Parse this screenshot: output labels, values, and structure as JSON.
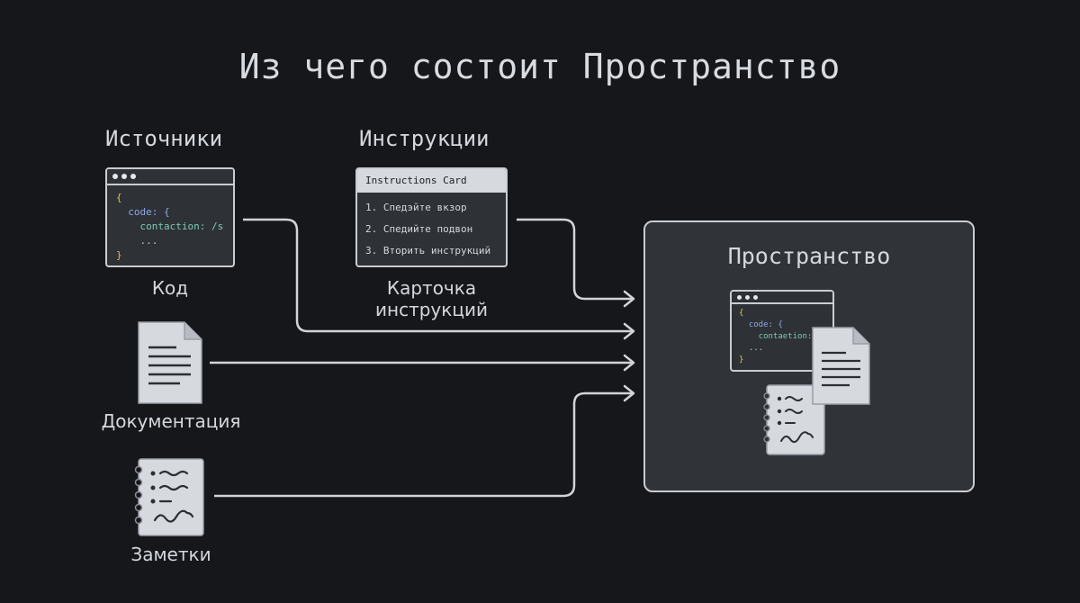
{
  "title": "Из чего состоит Пространство",
  "sources": {
    "label": "Источники",
    "code_caption": "Код",
    "docs_caption": "Документация",
    "notes_caption": "Заметки",
    "code_lines": [
      "{",
      "code: {",
      "contaction: /s",
      "...",
      "}"
    ]
  },
  "instructions": {
    "label": "Инструкции",
    "card_header": "Instructions Card",
    "items": [
      "1. Спедэйте вкзор",
      "2. Спедийте подвон",
      "3. Вторить инструкций"
    ],
    "caption_line1": "Карточка",
    "caption_line2": "инструкций"
  },
  "space": {
    "title": "Пространство",
    "code_lines": [
      "{",
      "code: {",
      "contaetion:",
      "...",
      "}"
    ]
  },
  "colors": {
    "background": "#15171b",
    "panel": "#303338",
    "stroke": "#c9ccd1",
    "brace": "#e3c04a",
    "keyword": "#8fa8e6",
    "value": "#7fc9b6"
  },
  "icons": [
    "code-window-icon",
    "document-icon",
    "notepad-icon",
    "arrow-icon"
  ]
}
